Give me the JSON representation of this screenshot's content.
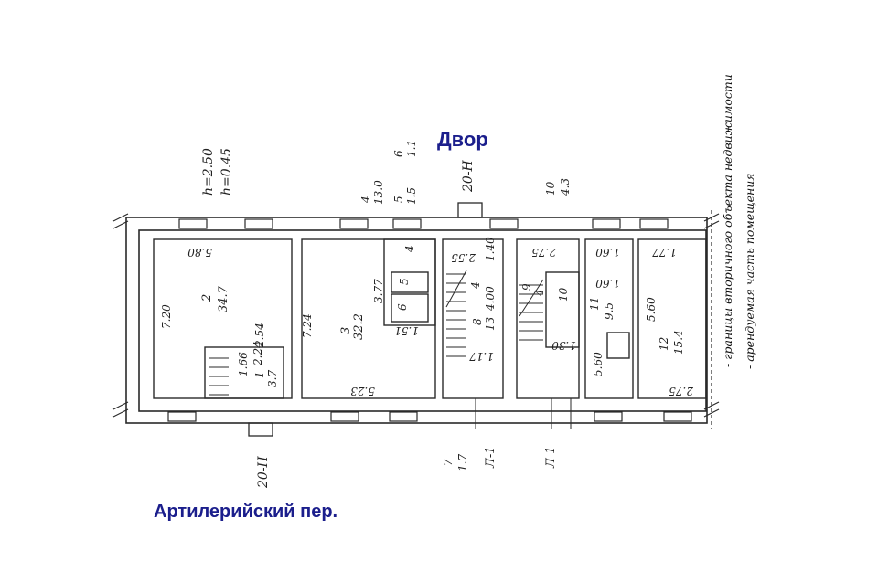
{
  "labels": {
    "yard": "Двор",
    "lane": "Артилерийский пер."
  },
  "legend": {
    "boundary": "- границы вторичного объекта недвижимости",
    "rented": "- арендуемая часть помещения"
  },
  "colors": {
    "street_label": "#1b1e8c",
    "lines": "#2a2a2a"
  },
  "annotations": {
    "height_top": "h=2.50",
    "height_bottom": "h=0.45",
    "entrance_top": "20-Н",
    "entrance_bottom": "20-Н",
    "stair_a": "Л-1",
    "stair_b": "Л-1",
    "ext_7_top": "7",
    "ext_7_bottom": "1.7",
    "ext_4_top": "4",
    "ext_4_bottom": "13.0",
    "ext_5_top": "5",
    "ext_5_bottom": "1.5",
    "ext_6_top": "6",
    "ext_6_bottom": "1.1",
    "ext_10_top": "10",
    "ext_10_bottom": "4.3"
  },
  "rooms": [
    {
      "id": "2",
      "area": "34.7",
      "dims": [
        "5.80",
        "7.20"
      ]
    },
    {
      "id": "1",
      "area": "3.7",
      "dims": [
        "1.66",
        "2.24",
        "2.54"
      ]
    },
    {
      "id": "3",
      "area": "32.2",
      "dims": [
        "7.24",
        "5.23"
      ]
    },
    {
      "id": "4",
      "area": "",
      "dims": [
        "3.77",
        "1.51"
      ]
    },
    {
      "id": "5",
      "area": "",
      "dims": []
    },
    {
      "id": "6",
      "area": "",
      "dims": []
    },
    {
      "id": "8",
      "area": "13",
      "dims": [
        "2.55",
        "1.40",
        "4.00",
        "1.17"
      ]
    },
    {
      "id": "9",
      "area": "4",
      "dims": [
        "2.75",
        "1.30"
      ]
    },
    {
      "id": "10",
      "area": "",
      "dims": []
    },
    {
      "id": "11",
      "area": "9.5",
      "dims": [
        "1.60",
        "1.60",
        "5.60"
      ]
    },
    {
      "id": "12",
      "area": "15.4",
      "dims": [
        "1.77",
        "5.60",
        "2.75"
      ]
    }
  ]
}
